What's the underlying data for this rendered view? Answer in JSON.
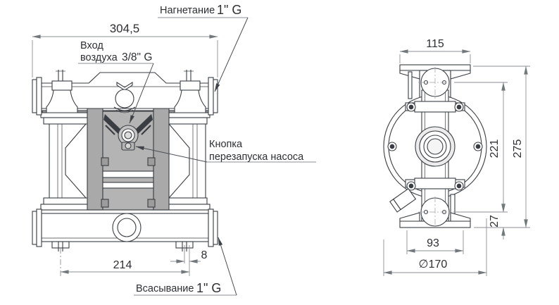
{
  "drawing_type": "diaphragm pump dimensional drawing",
  "front_view": {
    "labels": {
      "discharge": {
        "name": "Нагнетание",
        "size": "1\" G"
      },
      "air_inlet": {
        "line1": "Вход",
        "line2": "воздуха",
        "size": "3/8\" G"
      },
      "restart_button": {
        "line1": "Кнопка",
        "line2": "перезапуска насоса"
      },
      "suction": {
        "name": "Всасывание",
        "size": "1\" G"
      }
    },
    "dimensions": {
      "overall_width": "304,5",
      "port_span": "214",
      "stud_offset": "8"
    }
  },
  "side_view": {
    "dimensions": {
      "flange_width": "115",
      "ports_distance": "221",
      "overall_height": "275",
      "port_to_foot": "27",
      "feet_span": "93",
      "housing_diameter": "∅170"
    }
  },
  "colors": {
    "line": "#3a3e43",
    "dimension_line": "#8b8f94",
    "leader_line": "#4a4e53",
    "text": "#2c2f33",
    "body_gray": "#a9a9a9",
    "panel_gray": "#b4b4b4"
  }
}
